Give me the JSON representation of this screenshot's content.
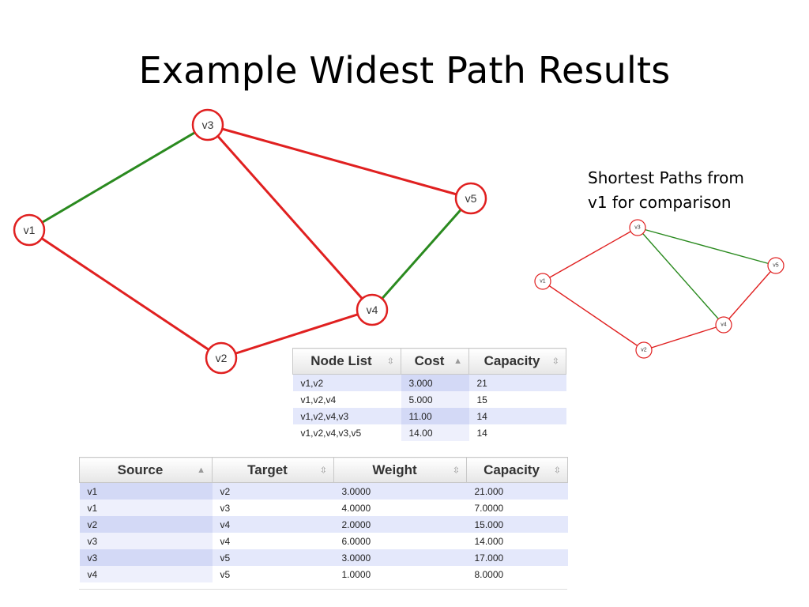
{
  "title": "Example Widest Path Results",
  "caption": {
    "line1": "Shortest Paths from",
    "line2": "v1 for comparison"
  },
  "colors": {
    "path_edge": "#2a8a1f",
    "other_edge": "#e02020",
    "node_stroke": "#e02020"
  },
  "node_labels": [
    "v1",
    "v2",
    "v3",
    "v4",
    "v5"
  ],
  "widest_graph": {
    "green_edges": [
      [
        "v1",
        "v3"
      ],
      [
        "v4",
        "v5"
      ]
    ],
    "red_edges": [
      [
        "v1",
        "v2"
      ],
      [
        "v2",
        "v4"
      ],
      [
        "v3",
        "v4"
      ],
      [
        "v3",
        "v5"
      ]
    ]
  },
  "shortest_graph": {
    "green_edges": [
      [
        "v3",
        "v5"
      ],
      [
        "v3",
        "v4"
      ]
    ],
    "red_edges": [
      [
        "v1",
        "v3"
      ],
      [
        "v1",
        "v2"
      ],
      [
        "v2",
        "v4"
      ],
      [
        "v4",
        "v5"
      ]
    ]
  },
  "paths_table": {
    "headers": [
      "Node List",
      "Cost",
      "Capacity"
    ],
    "sort_icons": [
      "sort-both-icon",
      "sort-asc-icon",
      "sort-both-icon"
    ],
    "rows": [
      [
        "v1,v2",
        "3.000",
        "21"
      ],
      [
        "v1,v2,v4",
        "5.000",
        "15"
      ],
      [
        "v1,v2,v4,v3",
        "11.00",
        "14"
      ],
      [
        "v1,v2,v4,v3,v5",
        "14.00",
        "14"
      ]
    ]
  },
  "edges_table": {
    "headers": [
      "Source",
      "Target",
      "Weight",
      "Capacity"
    ],
    "sort_icons": [
      "sort-asc-icon",
      "sort-both-icon",
      "sort-both-icon",
      "sort-both-icon"
    ],
    "rows": [
      [
        "v1",
        "v2",
        "3.0000",
        "21.000"
      ],
      [
        "v1",
        "v3",
        "4.0000",
        "7.0000"
      ],
      [
        "v2",
        "v4",
        "2.0000",
        "15.000"
      ],
      [
        "v3",
        "v4",
        "6.0000",
        "14.000"
      ],
      [
        "v3",
        "v5",
        "3.0000",
        "17.000"
      ],
      [
        "v4",
        "v5",
        "1.0000",
        "8.0000"
      ]
    ]
  }
}
